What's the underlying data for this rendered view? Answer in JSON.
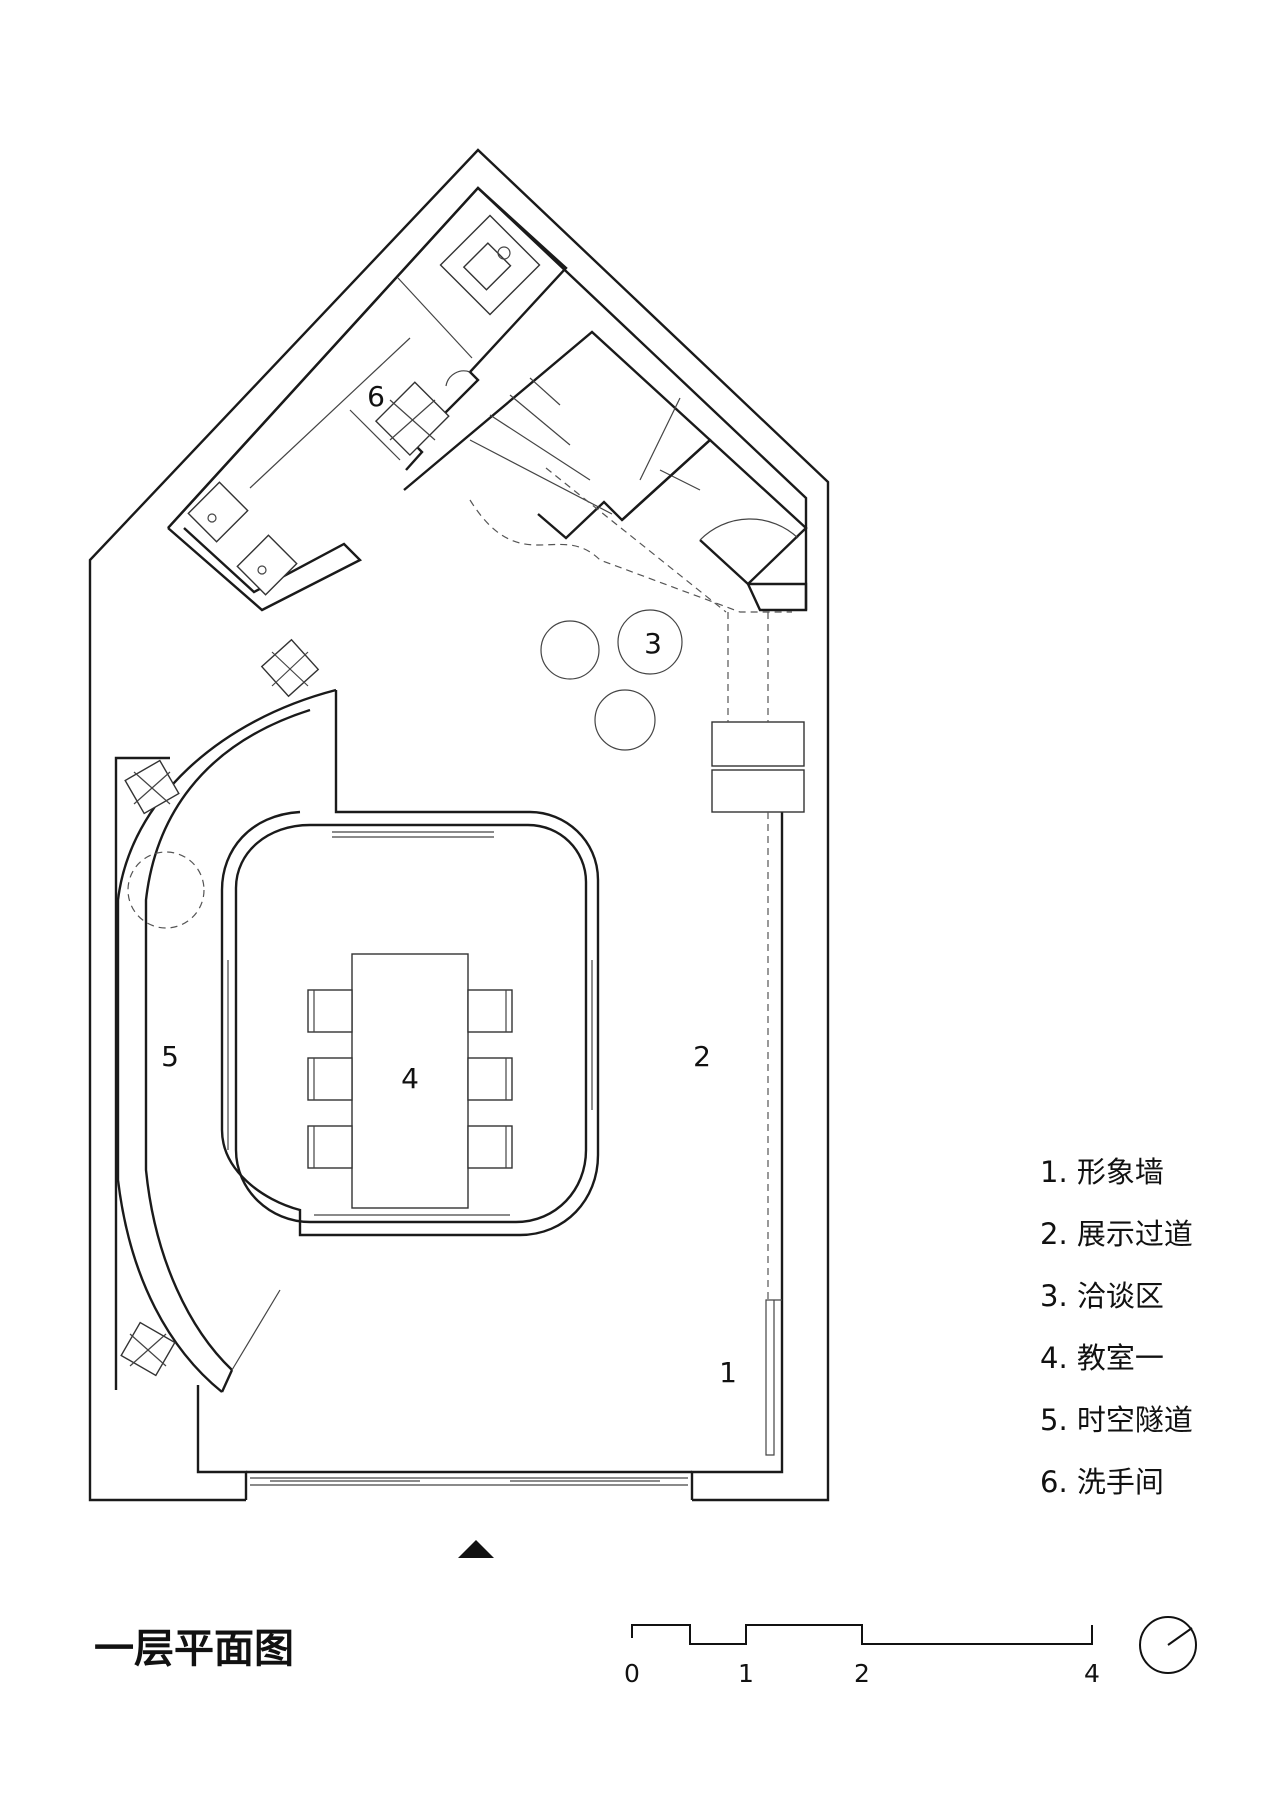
{
  "title": "一层平面图",
  "room_labels": [
    {
      "id": "1",
      "text": "1"
    },
    {
      "id": "2",
      "text": "2"
    },
    {
      "id": "3",
      "text": "3"
    },
    {
      "id": "4",
      "text": "4"
    },
    {
      "id": "5",
      "text": "5"
    },
    {
      "id": "6",
      "text": "6"
    }
  ],
  "legend": [
    "1. 形象墙",
    "2. 展示过道",
    "3. 洽谈区",
    "4. 教室一",
    "5. 时空隧道",
    "6. 洗手间"
  ],
  "scale_bar": {
    "labels": [
      "0",
      "1",
      "2",
      "4"
    ]
  },
  "icons": [
    "entrance-arrow-icon",
    "north-arrow-icon"
  ]
}
